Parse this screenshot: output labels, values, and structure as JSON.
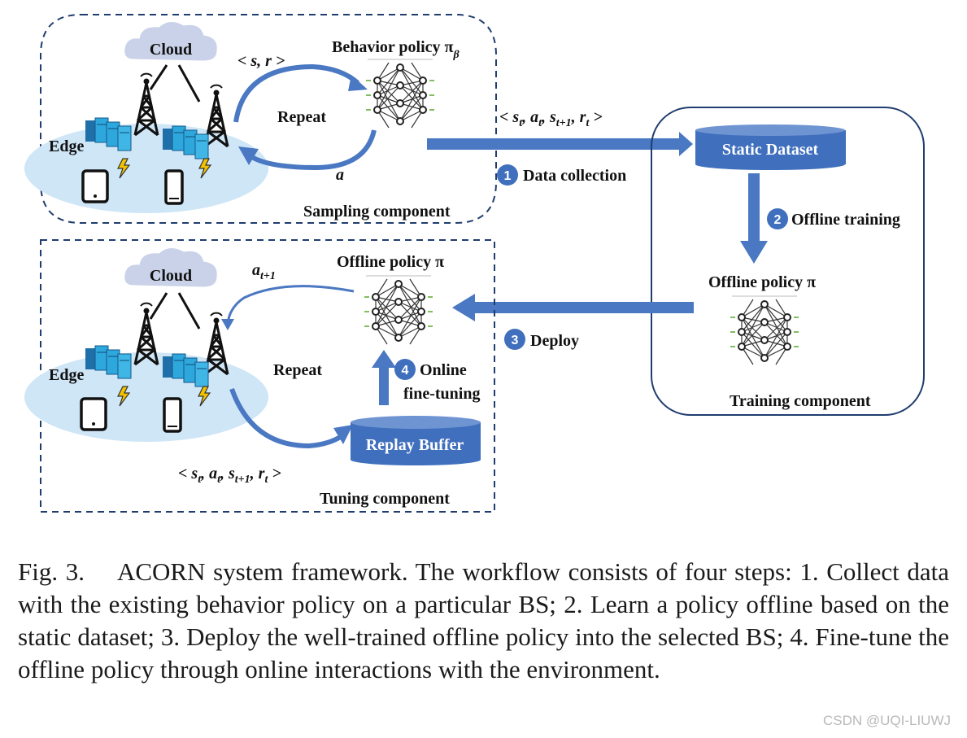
{
  "diagram": {
    "sampling": {
      "cloud_label": "Cloud",
      "edge_label": "Edge",
      "state_reward_label": "< s, r >",
      "behavior_policy_label": "Behavior policy π",
      "behavior_policy_sub": "β",
      "repeat_label": "Repeat",
      "action_label": "a",
      "component_label": "Sampling component"
    },
    "transition": {
      "open": "< s",
      "s_sub": "t",
      "a": ", a",
      "a_sub": "t",
      "s2": ", s",
      "s2_sub": "t+1",
      "r": ", r",
      "r_sub": "t",
      "close": " >"
    },
    "steps": [
      {
        "number": "1",
        "label": "Data collection"
      },
      {
        "number": "2",
        "label": "Offline training"
      },
      {
        "number": "3",
        "label": "Deploy"
      },
      {
        "number": "4",
        "label_line1": "Online",
        "label_line2": "fine-tuning"
      }
    ],
    "training": {
      "static_dataset_label": "Static Dataset",
      "offline_policy_label": "Offline policy π",
      "component_label": "Training component"
    },
    "tuning": {
      "cloud_label": "Cloud",
      "edge_label": "Edge",
      "action_label": "a",
      "action_sub": "t+1",
      "offline_policy_label": "Offline policy π",
      "repeat_label": "Repeat",
      "replay_buffer_label": "Replay Buffer",
      "component_label": "Tuning component"
    },
    "colors": {
      "arrow_blue": "#4a78c2",
      "box_blue": "#3f6fbd",
      "dashed_border": "#1f3d6e",
      "cloud_fill": "#c9d2e8",
      "edge_fill": "#cfe6f7",
      "server_blue": "#2ea7dd"
    }
  },
  "caption": {
    "figure_number": "Fig. 3.",
    "text": "ACORN system framework. The workflow consists of four steps: 1. Collect data with the existing behavior policy on a particular BS; 2. Learn a policy offline based on the static dataset; 3. Deploy the well-trained offline policy into the selected BS; 4. Fine-tune the offline policy through online interactions with the environment."
  },
  "watermark": "CSDN @UQI-LIUWJ"
}
